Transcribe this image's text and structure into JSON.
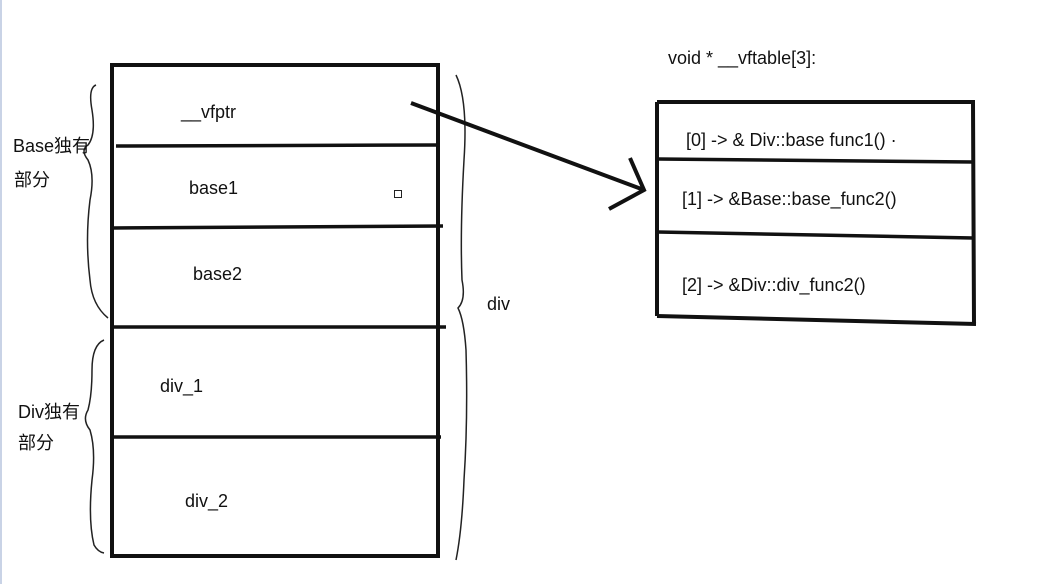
{
  "vftable": {
    "title": "void *  __vftable[3]:",
    "entries": [
      "[0] -> & Div::base  func1() ·",
      "[1] -> &Base::base_func2()",
      "[2] -> &Div::div_func2()"
    ]
  },
  "object": {
    "fields": [
      "__vfptr",
      "base1",
      "base2",
      "div_1",
      "div_2"
    ],
    "base_label_line1": "Base独有",
    "base_label_line2": "部分",
    "div_label_line1": "Div独有",
    "div_label_line2": "部分",
    "whole_label": "div"
  }
}
